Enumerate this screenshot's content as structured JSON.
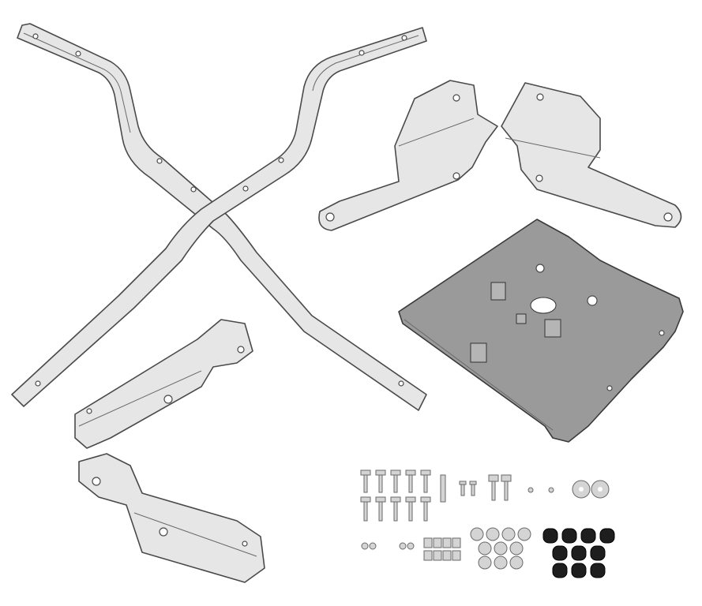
{
  "colors": {
    "background": "#ffffff",
    "bracket_fill": "#e6e6e6",
    "plate_fill": "#9a9a9a",
    "outline": "#4a4a4a",
    "hardware": "#d4d4d4",
    "rubber_caps": "#1e1e1e"
  },
  "parts": [
    "x-frame-bars",
    "upper-side-brackets",
    "mounting-plate",
    "lower-brackets",
    "hardware-kit"
  ]
}
